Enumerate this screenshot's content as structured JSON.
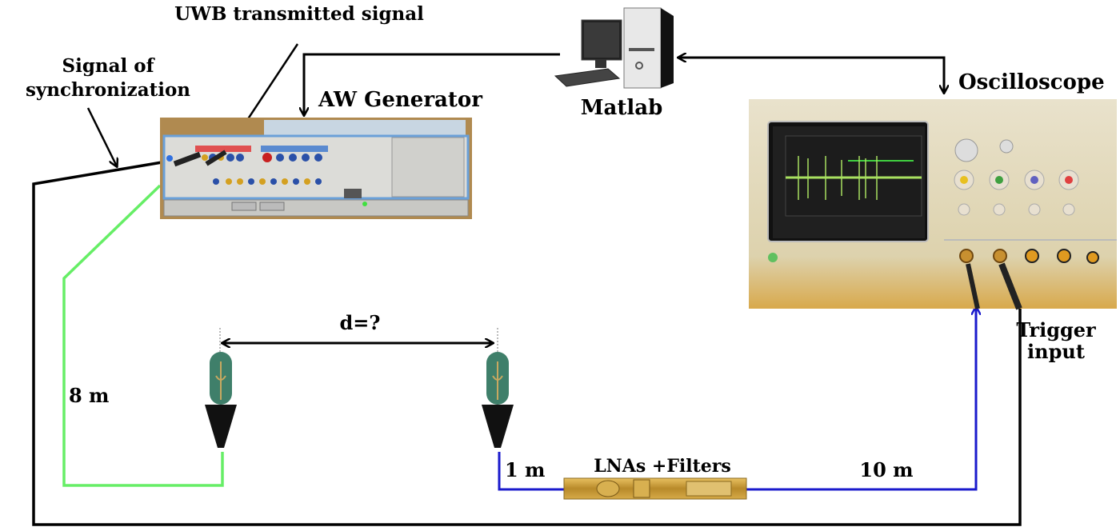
{
  "title": "UWB ranging measurement setup",
  "labels": {
    "uwb_signal": "UWB transmitted signal",
    "sync_line1": "Signal of",
    "sync_line2": "synchronization",
    "awg": "AW Generator",
    "matlab": "Matlab",
    "oscilloscope": "Oscilloscope",
    "trigger_line1": "Trigger",
    "trigger_line2": "input",
    "distance": "d=?",
    "cable_tx": "8 m",
    "cable_rx1": "1 m",
    "lna": "LNAs +Filters",
    "cable_rx2": "10 m"
  },
  "colors": {
    "tx_cable": "#66ee66",
    "rx_cable": "#1a1acc",
    "control_line": "#000000",
    "awg_body": "#d8d8d4",
    "awg_accent": "#6aa0d8",
    "scope_body": "#e8e0c8",
    "scope_screen_bg": "#2a2a2a",
    "scope_trace": "#a8e060",
    "antenna_pcb": "#3f7f6a",
    "antenna_base": "#111111",
    "lna_gold": "#c9a038"
  }
}
